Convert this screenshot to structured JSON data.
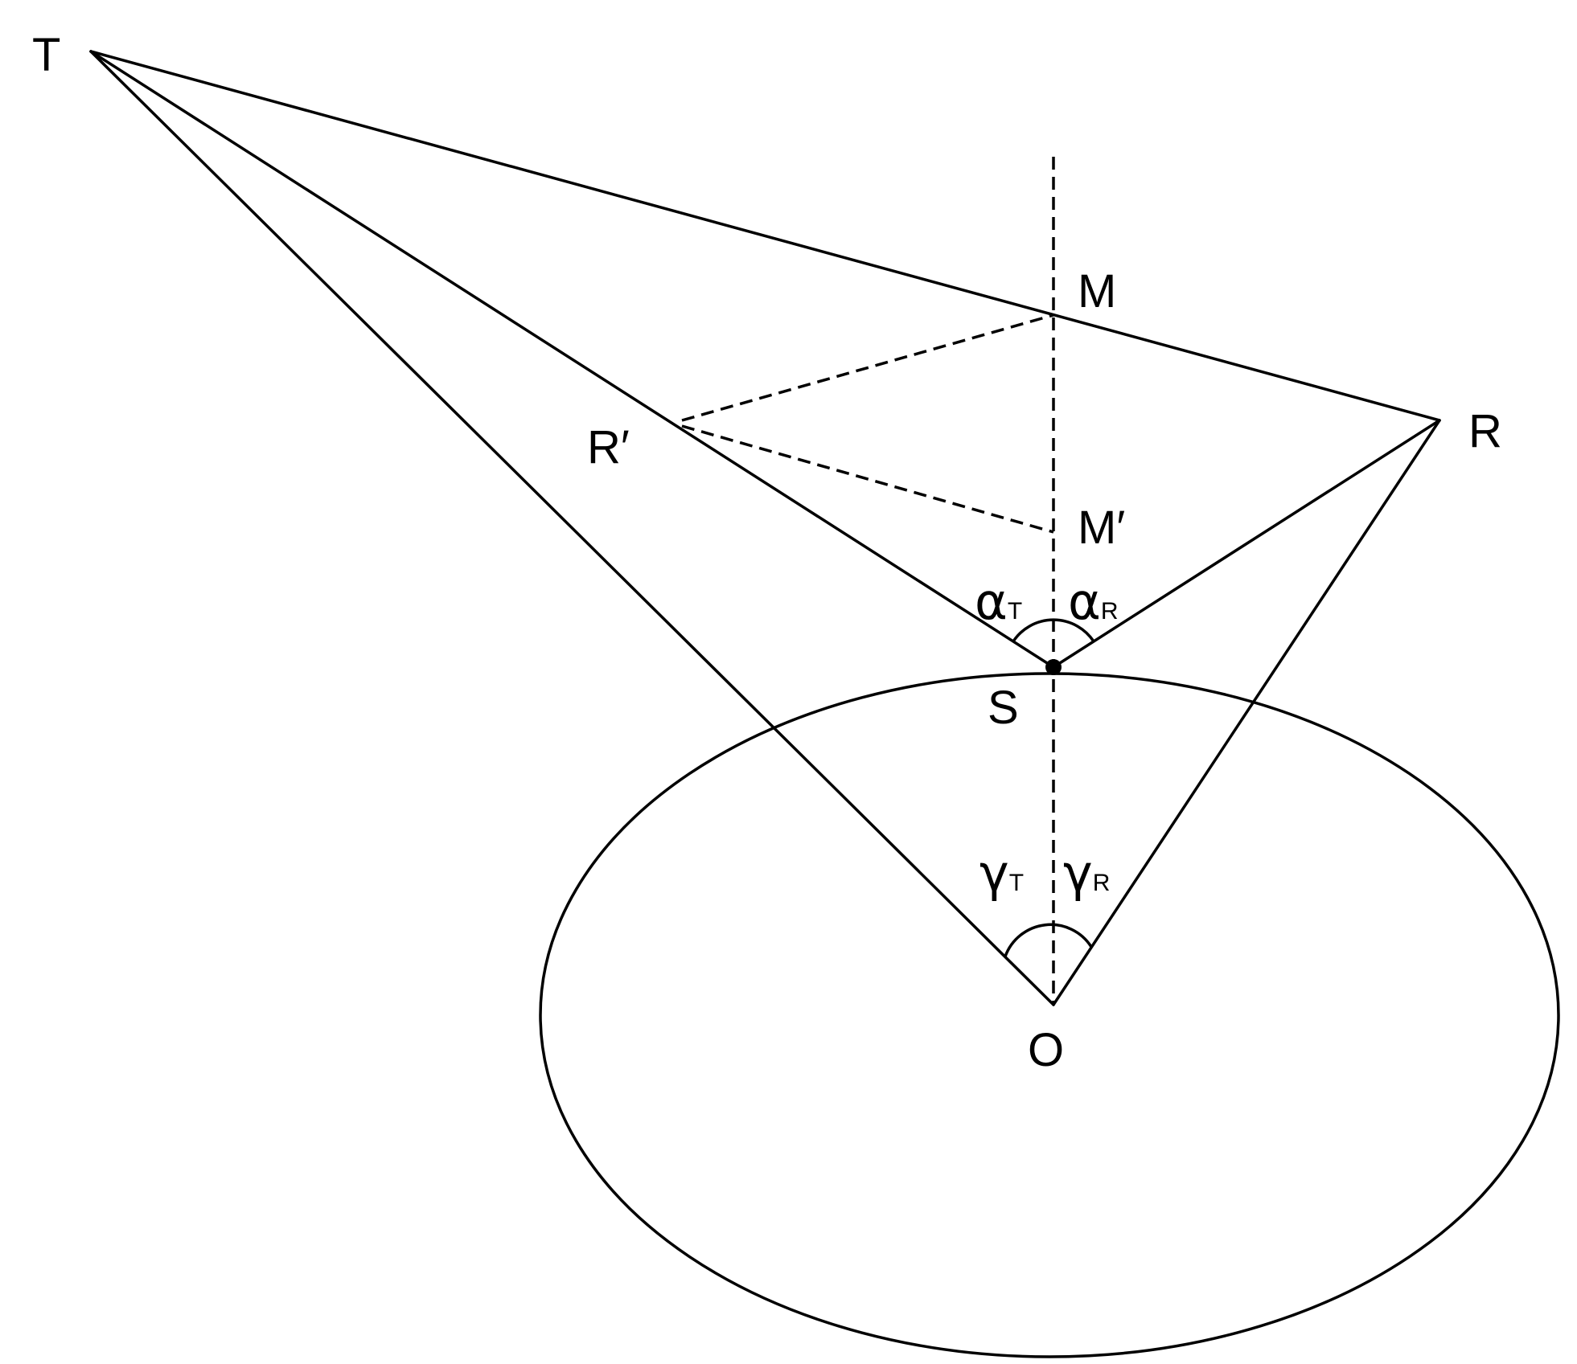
{
  "points": {
    "T": "T",
    "R": "R",
    "R_prime": "R′",
    "M": "M",
    "M_prime": "M′",
    "S": "S",
    "O": "O"
  },
  "angles": {
    "alpha_T": {
      "symbol": "α",
      "sub": "T"
    },
    "alpha_R": {
      "symbol": "α",
      "sub": "R"
    },
    "gamma_T": {
      "symbol": "γ",
      "sub": "T"
    },
    "gamma_R": {
      "symbol": "γ",
      "sub": "R"
    }
  }
}
